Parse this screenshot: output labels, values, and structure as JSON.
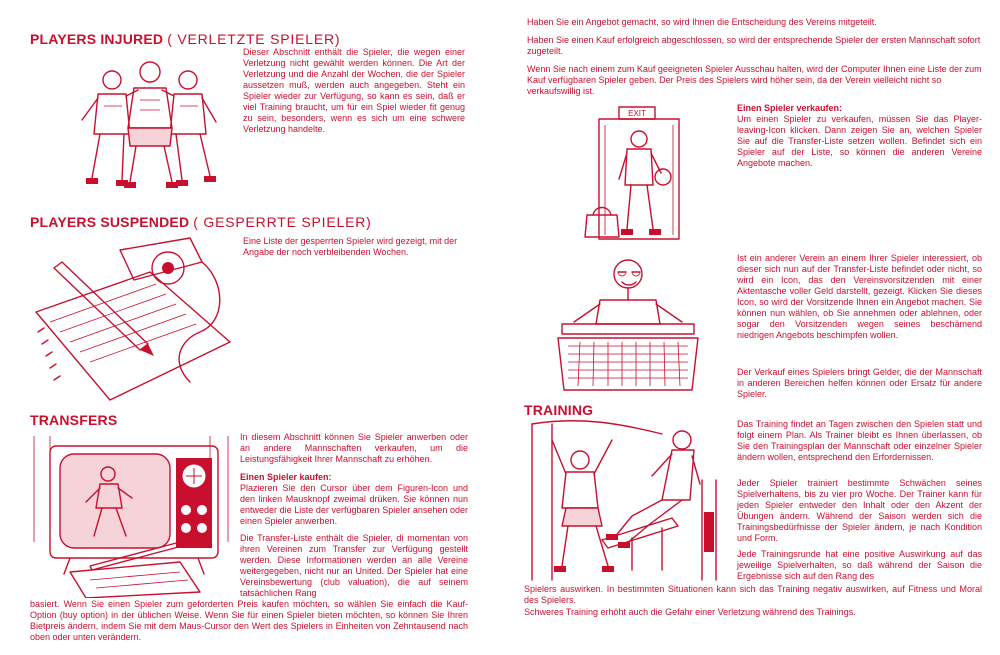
{
  "sections": {
    "injured": {
      "title": "PLAYERS INJURED",
      "subtitle": "( VERLETZTE SPIELER)",
      "body": "Dieser Abschnitt enthält die Spieler, die wegen einer Verletzung nicht gewählt werden können. Die Art der Verletzung und die Anzahl der Wochen, die der Spieler aussetzen muß, werden auch angegeben. Steht ein Spieler wieder zur Verfügung, so kann es sein, daß er viel Training braucht, um für ein Spiel wieder fit genug zu sein, besonders, wenn es sich um eine schwere Verletzung handelte."
    },
    "suspended": {
      "title": "PLAYERS SUSPENDED",
      "subtitle": "( GESPERRTE SPIELER)",
      "body": "Eine Liste der gesperrten Spieler wird gezeigt, mit der Angabe der noch verbleibenden Wochen."
    },
    "transfers": {
      "title": "TRANSFERS",
      "intro": "In diesem Abschnitt können Sie Spieler anwerben oder an andere Mannschaften verkaufen, um die Leistungsfähigkeit Ihrer Mannschaft zu erhöhen.",
      "buy_heading": "Einen Spieler kaufen:",
      "buy_body": "Plazieren Sie den Cursor über dem Figuren-Icon und den linken Mausknopf zweimal drüken. Sie können nun entweder die Liste der verfügbaren Spieler ansehen oder einen Spieler anwerben.",
      "list_body_narrow": "Die Transfer-Liste enthält die Spieler, di momentan von ihren Vereinen zum Transfer zur Verfügung gestellt werden. Diese Informationen werden an alle Vereine weitergegeben, nicht nur an United. Der Spieler hat eine Vereinsbewertung (club valuation), die auf seinem tatsächlichen Rang",
      "list_body_wide": "basiert. Wenn Sie einen Spieler zum geforderten Preis kaufen möchten, so wählen Sie einfach die Kauf-Option (buy option) in der üblichen Weise. Wenn Sie für einen Spieler bieten möchten, so können Sie Ihren Bietpreis ändern, indem Sie mit dem Maus-Cursor den Wert des Spielers in Einheiten von Zehntausend nach oben oder unten verändern."
    },
    "right_top": {
      "p1": "Haben Sie ein Angebot gemacht, so wird Ihnen die Entscheidung des Vereins mitgeteilt.",
      "p2": "Haben Sie einen Kauf erfolgreich abgeschlossen, so wird der entsprechende Spieler der ersten Mannschaft sofort zugeteilt.",
      "p3": "Wenn Sie nach einem zum Kauf geeigneten Spieler Ausschau halten, wird der Computer Ihnen eine Liste der zum Kauf verfügbaren Spieler geben. Der Preis des Spielers wird höher sein, da der Verein vielleicht nicht so verkaufswillig ist."
    },
    "sell": {
      "heading": "Einen Spieler verkaufen:",
      "body": "Um einen Spieler zu verkaufen, müssen Sie das Player-leaving-Icon klicken. Dann zeigen Sie an, welchen Spieler Sie auf die Transfer-Liste setzen wollen. Befindet sich ein Spieler auf der Liste, so können die anderen Vereine Angebote machen.",
      "exit_sign": "EXIT"
    },
    "offer": {
      "body": "Ist ein anderer Verein an einem Ihrer Spieler interessiert, ob dieser sich nun auf der Transfer-Liste befindet oder nicht, so wird ein Icon, das den Vereinsvorsitzenden mit einer Aktentasche voller Geld darstellt, gezeigt. Klicken Sie dieses Icon, so wird der Vorsitzende Ihnen ein Angebot machen. Sie können nun wählen, ob Sie annehmen oder ablehnen, oder sogar den Vorsitzenden wegen seines beschämend niedrigen Angebots beschimpfen wollen.",
      "money": "Der Verkauf eines Spielers bringt Gelder, die der Mannschaft in anderen Bereichen helfen können oder Ersatz für andere Spieler."
    },
    "training": {
      "title": "TRAINING",
      "p1": "Das Training findet an Tagen zwischen den Spielen statt und folgt einem Plan. Als Trainer bleibt es Ihnen überlassen, ob Sie den Trainingsplan der Mannschaft oder einzelner Spieler ändern wollen, entsprechend den Erfordernissen.",
      "p2": "Jeder Spieler trainiert bestimmte Schwächen seines Spielverhaltens, bis zu vier pro Woche. Der Trainer kann für jeden Spieler entweder den Inhalt oder den Akzent der Übungen ändern. Während der Saison werden sich die Trainingsbedürfnisse der Spieler ändern, je nach Kondition und Form.",
      "p3_narrow": "Jede Trainingsrunde hat eine positive Auswirkung auf das jeweilige Spielverhalten, so daß während der Saison die Ergebnisse sich auf den Rang des",
      "p3_wide": "Spielers auswirken. In bestimmten Situationen kann sich das Training negativ auswirken, auf Fitness und Moral des Spielers.",
      "p4": "Schweres Training erhöht auch die Gefahr einer Verletzung während des Trainings."
    }
  }
}
